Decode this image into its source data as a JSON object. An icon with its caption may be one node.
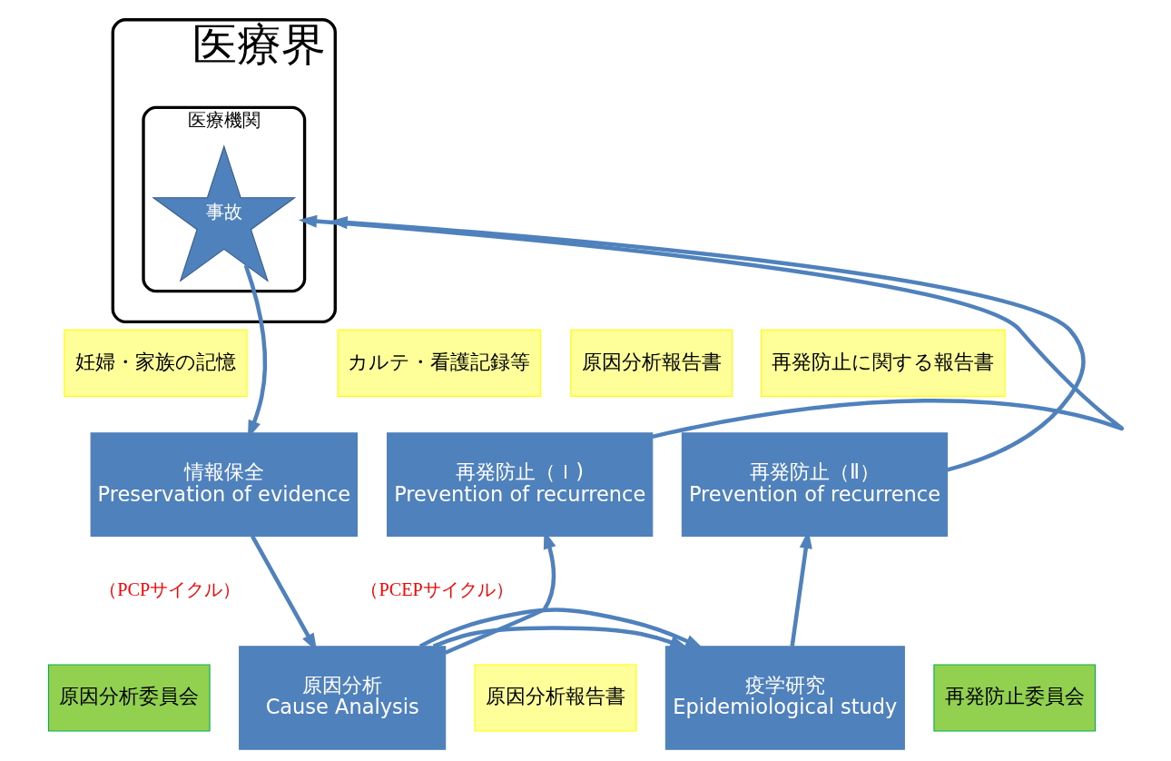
{
  "diagram": {
    "nodes": [
      {
        "text": [
          "医療界"
        ]
      },
      {
        "text": [
          "医療機関"
        ],
        "in": 0
      },
      {
        "text": [
          "事故"
        ],
        "in": 1
      },
      {
        "text": [
          "情報保全",
          "Preservation of evidence"
        ]
      },
      {
        "text": [
          "再発防止（Ｉ)",
          "Prevention of recurrence"
        ]
      },
      {
        "text": [
          "原因分析",
          "Cause Analysis"
        ]
      },
      {
        "text": [
          "疫学研究",
          "Epidemiological study"
        ]
      },
      {
        "text": [
          "再発防止（Ⅱ）",
          "Prevention of recurrence"
        ]
      },
      {
        "text": [
          "妊婦・家族の記憶"
        ]
      },
      {
        "text": [
          "カルテ・看護記録等"
        ]
      },
      {
        "text": [
          "原因分析報告書"
        ]
      },
      {
        "text": [
          "再発防止に関する報告書"
        ]
      },
      {
        "text": [
          "原因分析委員会"
        ]
      },
      {
        "text": [
          "原因分析報告書"
        ]
      },
      {
        "text": [
          "再発防止委員会"
        ]
      }
    ],
    "edges": [
      {
        "from": 2,
        "to": 3,
        "arrow": "to"
      },
      {
        "from": 3,
        "to": 5,
        "arrow": "to"
      },
      {
        "from": 5,
        "to": 4,
        "arrow": "to"
      },
      {
        "from": 4,
        "to": 1,
        "arrow": "to"
      },
      {
        "from": 5,
        "to": 6,
        "arrow": "to"
      },
      {
        "from": 5,
        "to": 6,
        "arrow": "to"
      },
      {
        "from": 6,
        "to": 7,
        "arrow": "to"
      },
      {
        "from": 7,
        "to": 0,
        "arrow": "to"
      }
    ],
    "labels": [
      "（PCPサイクル）",
      "（PCEPサイクル）"
    ]
  }
}
